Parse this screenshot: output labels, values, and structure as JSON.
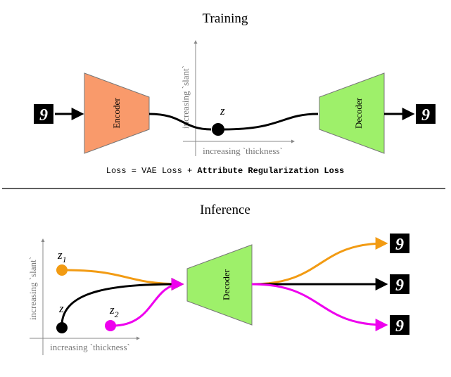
{
  "training": {
    "title": "Training",
    "encoder_label": "Encoder",
    "decoder_label": "Decoder",
    "latent_label": "z",
    "y_axis_label": "increasing `slant`",
    "x_axis_label": "increasing `thickness`",
    "loss": {
      "prefix": "Loss = VAE Loss + ",
      "bold": "Attribute Regularization Loss"
    }
  },
  "inference": {
    "title": "Inference",
    "decoder_label": "Decoder",
    "z_label": "z",
    "z1_label": "z",
    "z1_sub": "1",
    "z2_label": "z",
    "z2_sub": "2",
    "y_axis_label": "increasing `slant`",
    "x_axis_label": "increasing `thickness`"
  },
  "digit_glyph": "9",
  "colors": {
    "encoder_fill": "#f99a6b",
    "decoder_fill": "#9ef06a",
    "orange_path": "#f29b13",
    "magenta_path": "#ee00ee",
    "axis": "#888888",
    "separator": "#000000"
  },
  "icons": [
    "mnist-digit-icon",
    "arrow-icon"
  ]
}
